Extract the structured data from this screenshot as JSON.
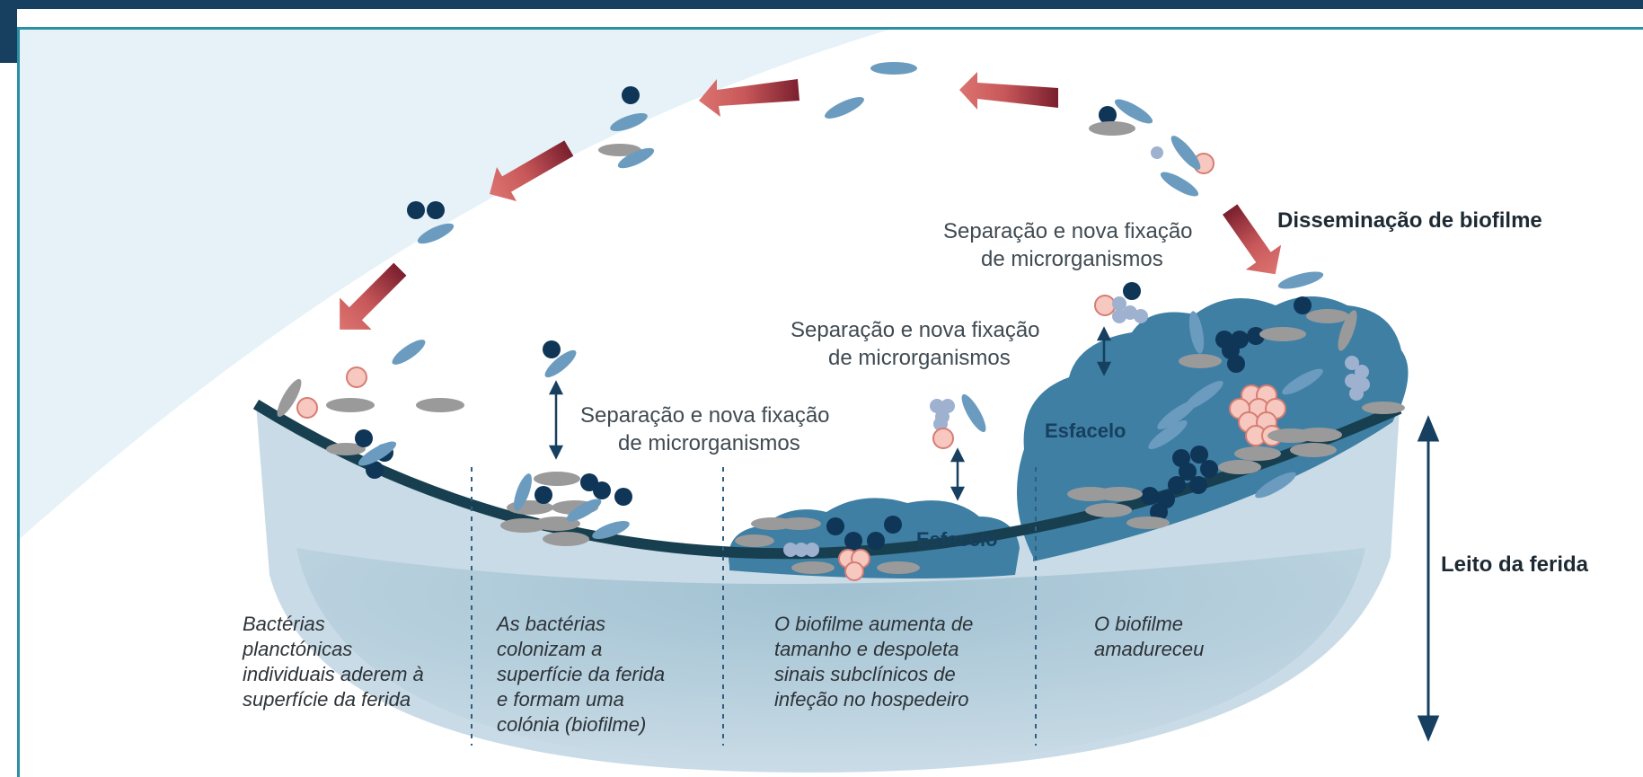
{
  "labels": {
    "separation": [
      "Separação e nova fixação",
      "de microrganismos"
    ],
    "esfacelo": "Esfacelo",
    "dissemination": "Disseminação de biofilme",
    "wound_bed": "Leito da ferida"
  },
  "captions": [
    [
      "Bactérias",
      "planctónicas",
      "individuais aderem à",
      "superfície da ferida"
    ],
    [
      "As bactérias",
      "colonizam a",
      "superfície da ferida",
      "e formam uma",
      "colónia (biofilme)"
    ],
    [
      "O biofilme aumenta de",
      "tamanho e despoleta",
      "sinais subclínicos de",
      "infeção no hospedeiro"
    ],
    [
      "O biofilme",
      "amadureceu"
    ]
  ],
  "colors": {
    "header": "#173f5f",
    "frame_border": "#2a8fa3",
    "background_arc": "#e6f2f8",
    "bowl": "#c9dbe6",
    "wound_surface": "#173f4f",
    "biofilm": "#3e7fa3",
    "arrow_red": "#c8585a",
    "arrow_dark_red": "#7a1f2e",
    "bacteria_dark": "#0f3557",
    "bacteria_rod": "#6b9cbf",
    "bacteria_grey": "#9a9a9a",
    "bacteria_pink": "#f6c8bf",
    "bacteria_lavender": "#9eb1cf",
    "axis_arrow": "#173f5f"
  }
}
